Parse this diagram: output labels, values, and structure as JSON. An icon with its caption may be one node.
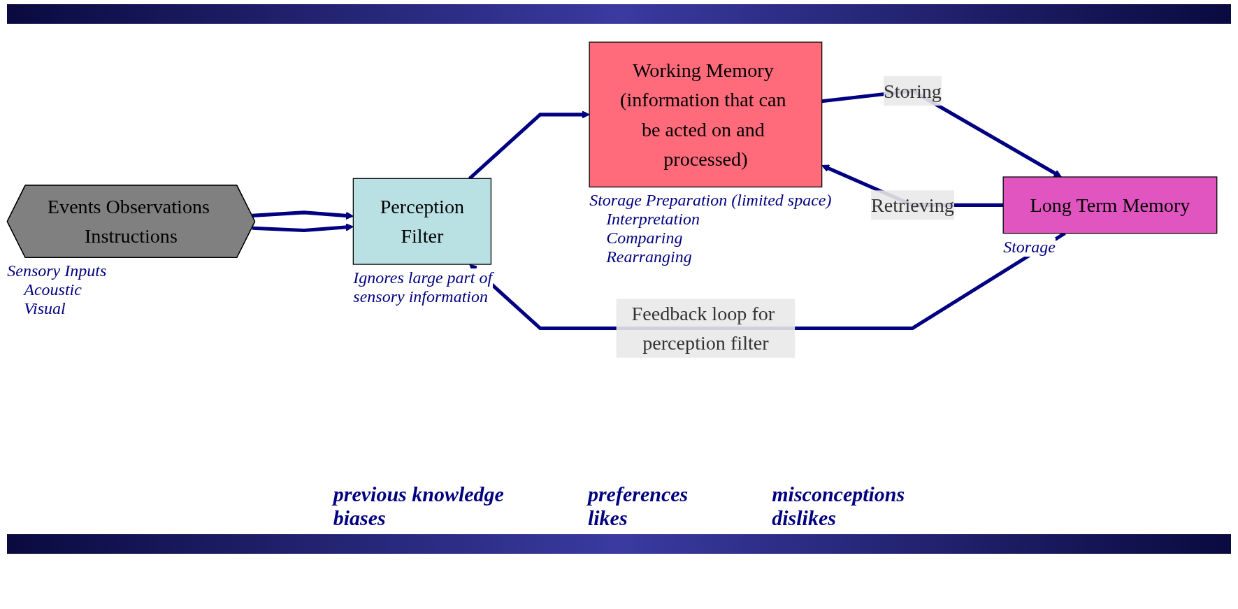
{
  "diagram": {
    "nodes": [
      {
        "text": [
          "Events Observations Instructions"
        ],
        "beside": [
          "Sensory Inputs",
          "Acoustic",
          "Visual"
        ]
      },
      {
        "text": [
          "Perception",
          "Filter"
        ],
        "beside": [
          "Ignores large part of sensory information"
        ]
      },
      {
        "text": [
          "Working Memory (information that can be acted on and processed)"
        ],
        "beside": [
          "Storage Preparation (limited space)",
          "Interpretation",
          "Comparing",
          "Rearranging"
        ]
      },
      {
        "text": [
          "Long Term Memory"
        ],
        "beside": [
          "Storage"
        ]
      }
    ],
    "edges": [
      {
        "from": 0,
        "to": 1,
        "arrow": "to"
      },
      {
        "from": 0,
        "to": 1,
        "arrow": "to"
      },
      {
        "from": 1,
        "to": 2,
        "arrow": "to"
      },
      {
        "from": 2,
        "to": 3,
        "arrow": "to",
        "label": "Storing"
      },
      {
        "from": 3,
        "to": 2,
        "arrow": "to",
        "label": "Retrieving"
      },
      {
        "from": 3,
        "to": 1,
        "arrow": "to",
        "label": "Feedback loop for perception filter"
      }
    ],
    "labels": [
      "previous knowledge",
      "preferences",
      "misconceptions",
      "biases",
      "likes",
      "dislikes"
    ]
  }
}
